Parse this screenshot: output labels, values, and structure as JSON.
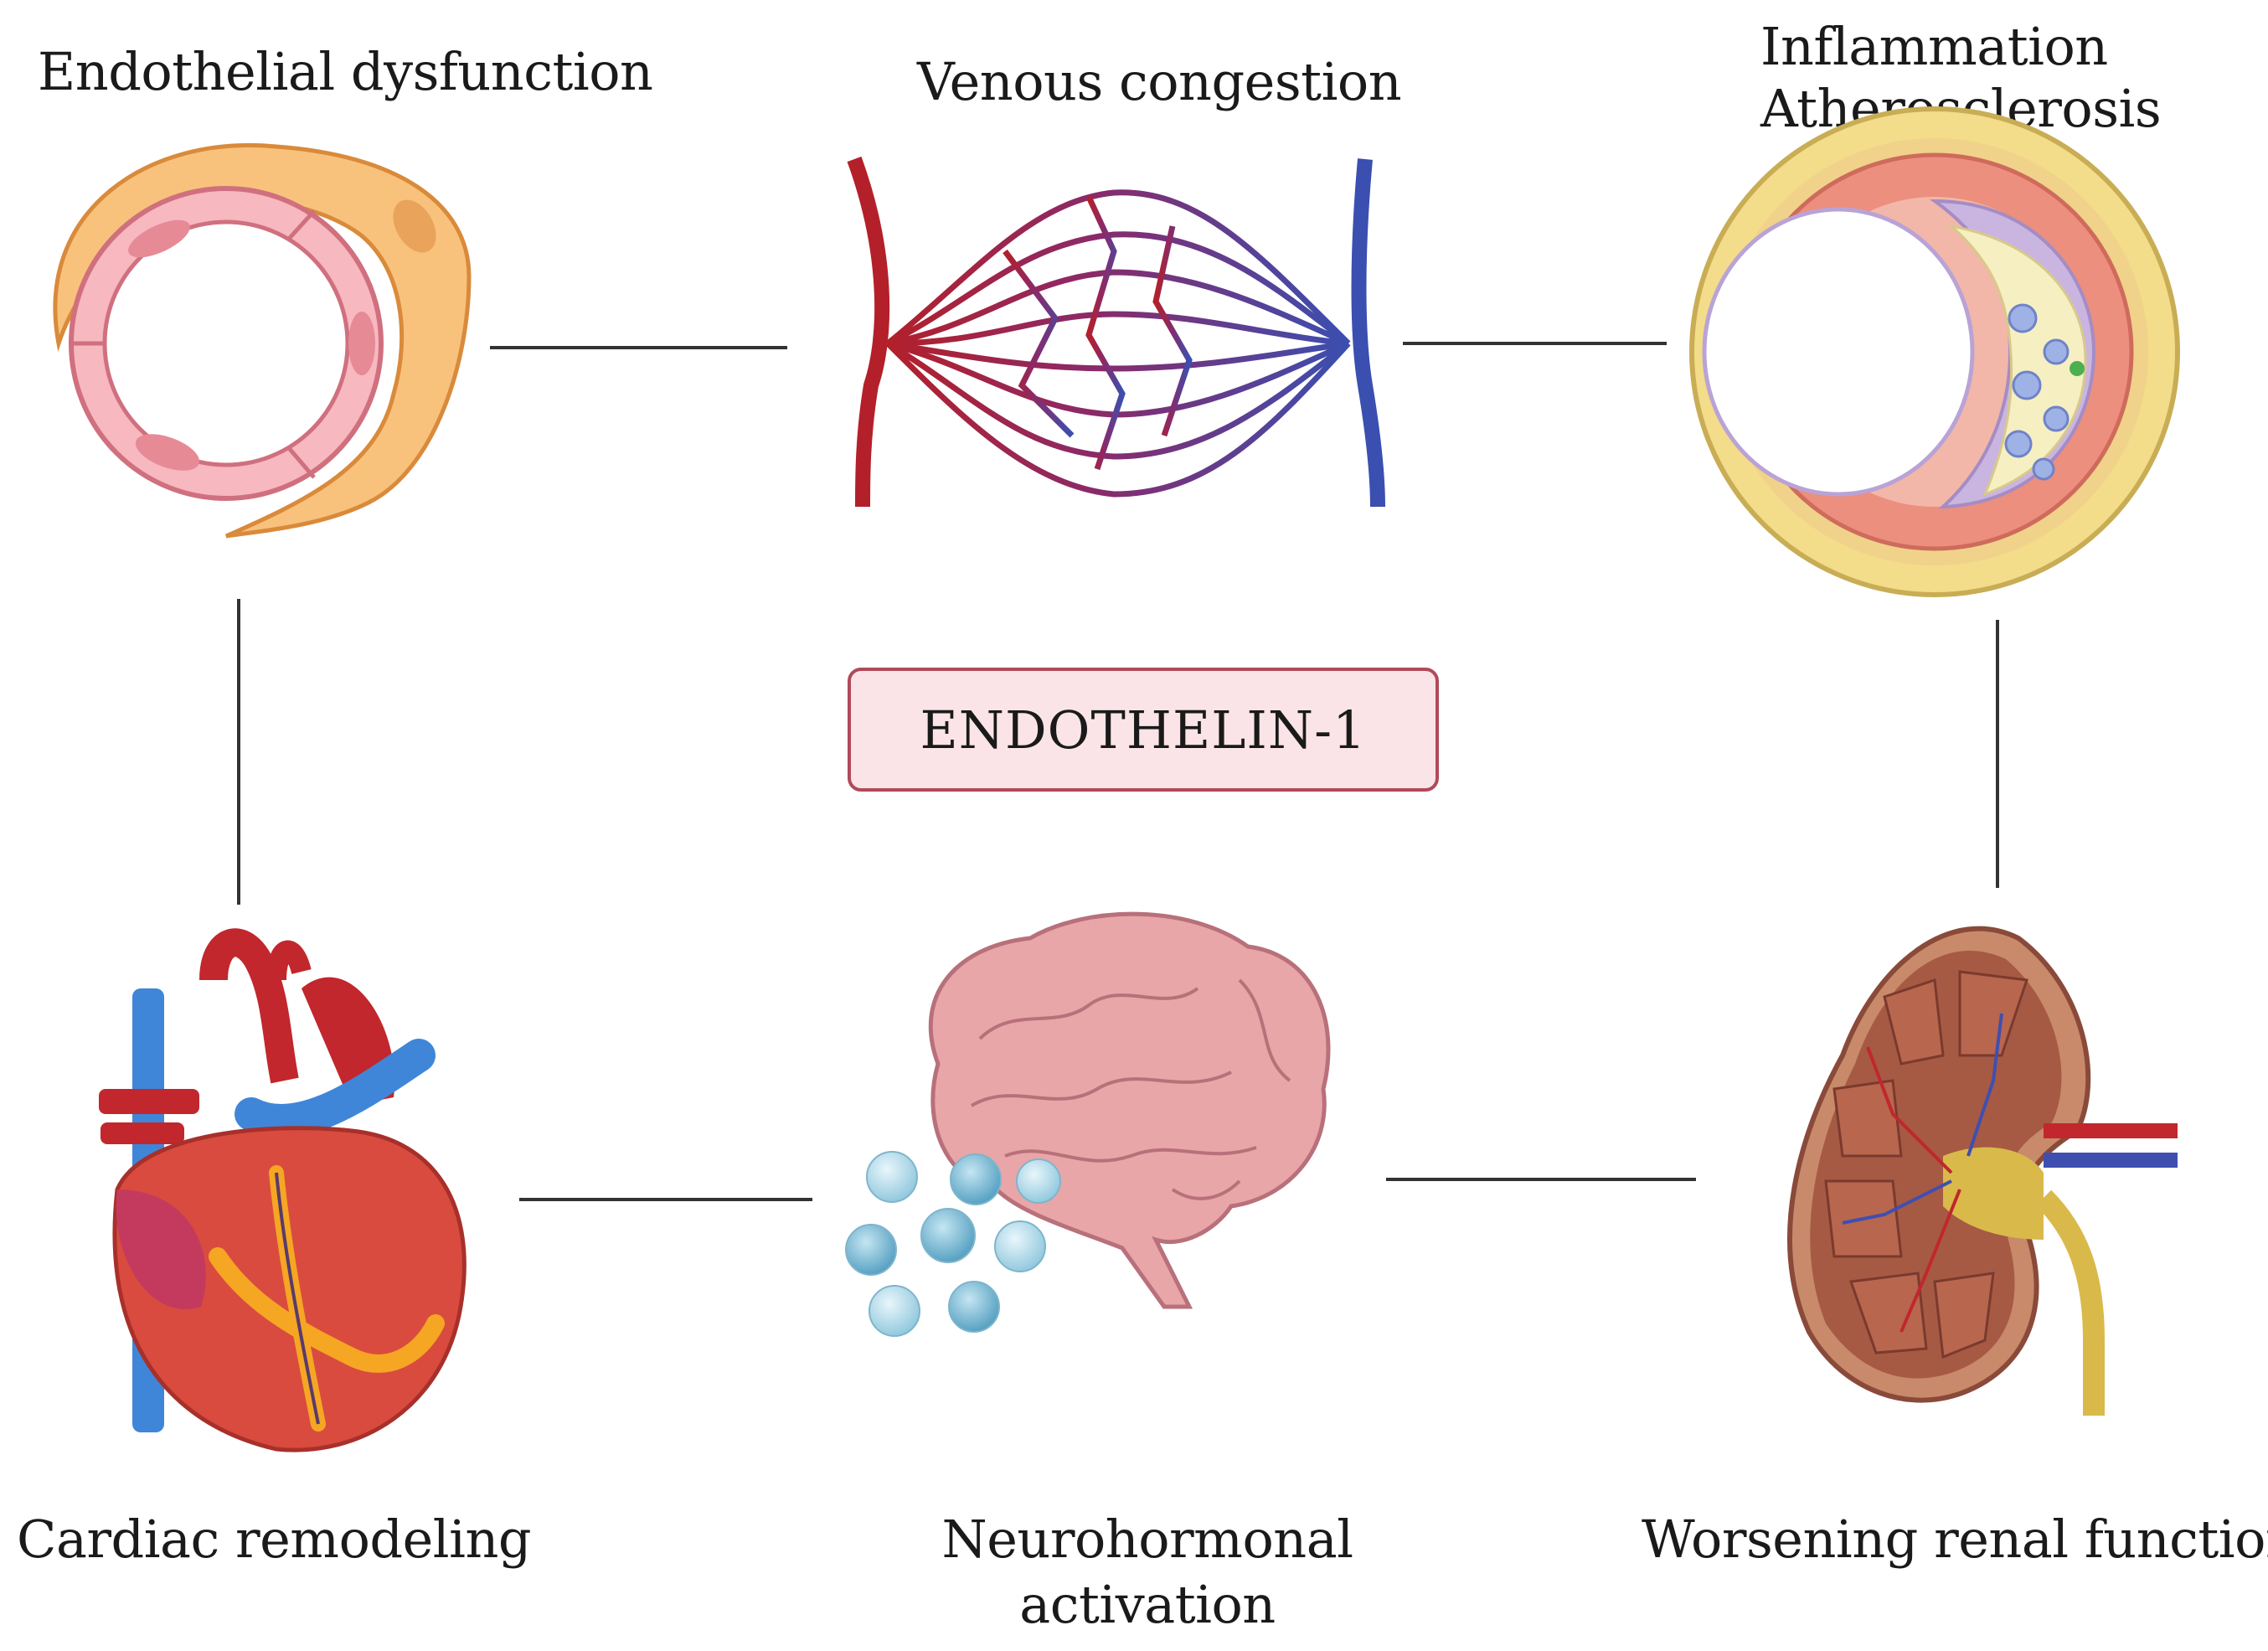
{
  "nodes": {
    "endothelial": {
      "label": "Endothelial dysfunction"
    },
    "venous": {
      "label": "Venous congestion"
    },
    "inflammation": {
      "line1": "Inflammation",
      "line2": "Atherosclerosis"
    },
    "cardiac": {
      "label": "Cardiac remodeling"
    },
    "neuro": {
      "line1": "Neurohormonal",
      "line2": "activation"
    },
    "renal": {
      "label": "Worsening renal function"
    }
  },
  "center": {
    "label": "ENDOTHELIN-1"
  },
  "colors": {
    "box_fill": "#fbe4e8",
    "box_border": "#b04a5a",
    "connector": "#333333",
    "artery_red": "#b3202a",
    "vein_blue": "#3a4fb0"
  },
  "icons": [
    "vessel-cross-section-icon",
    "capillary-network-icon",
    "atherosclerotic-artery-icon",
    "heart-icon",
    "brain-icon",
    "kidney-icon"
  ]
}
